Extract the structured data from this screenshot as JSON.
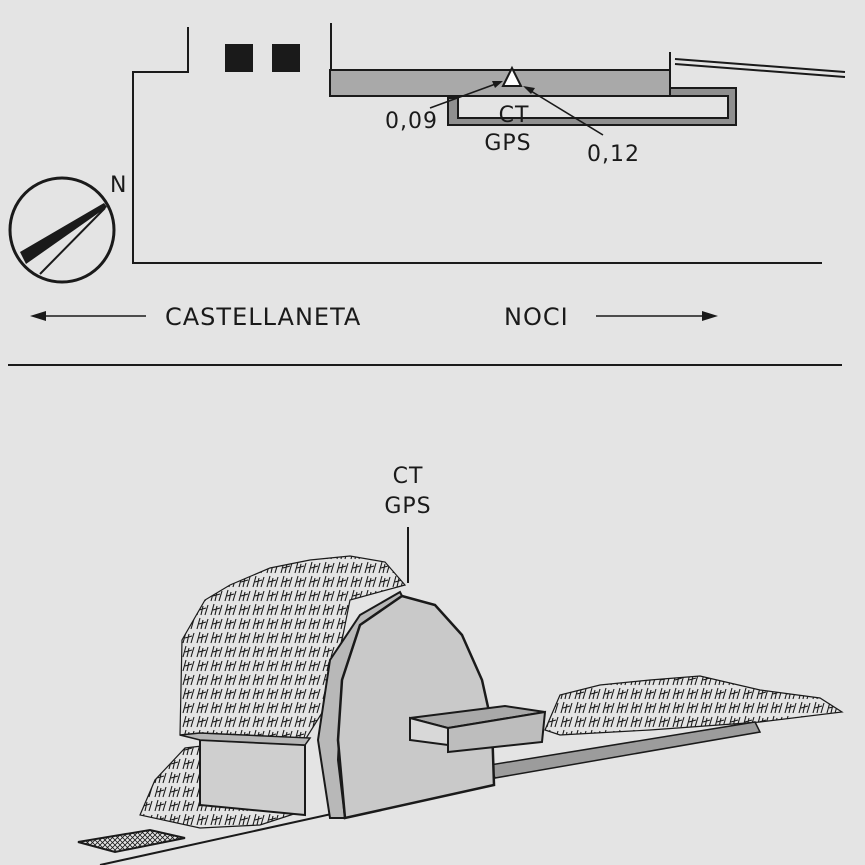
{
  "plan": {
    "north_label": "N",
    "marker_labels": [
      "CT",
      "GPS"
    ],
    "offset_left": "0,09",
    "offset_right": "0,12"
  },
  "directions": {
    "left": "CASTELLANETA",
    "right": "NOCI"
  },
  "sketch": {
    "marker_labels": [
      "CT",
      "GPS"
    ]
  },
  "colors": {
    "background": "#e4e4e4",
    "ink": "#1a1a1a",
    "wall_fill": "#a9a9a9",
    "bench_fill": "#8f8f8f",
    "arch_fill": "#c9c9c9"
  }
}
